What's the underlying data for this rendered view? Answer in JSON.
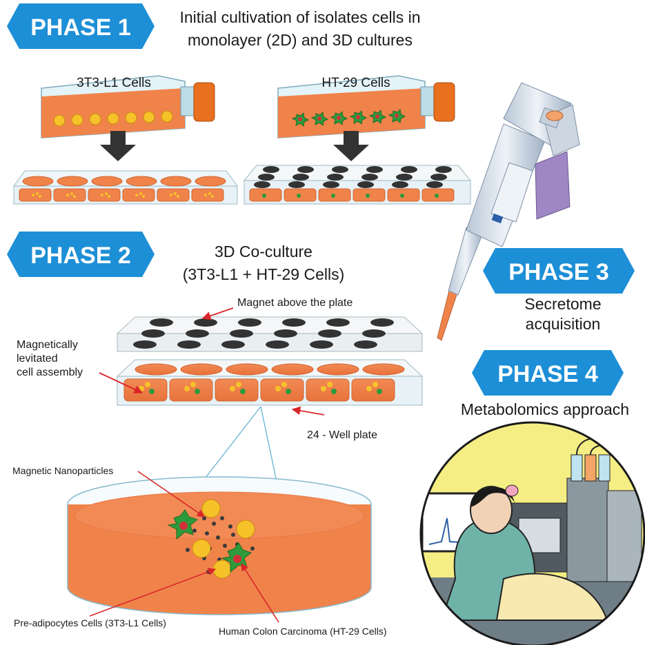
{
  "phases": [
    {
      "label": "PHASE 1",
      "lines": [
        "Initial cultivation of isolates cells in",
        "monolayer (2D) and 3D cultures"
      ]
    },
    {
      "label": "PHASE 2",
      "lines": [
        "3D Co-culture",
        "(3T3-L1 + HT-29 Cells)"
      ]
    },
    {
      "label": "PHASE 3",
      "lines": [
        "Secretome",
        "acquisition"
      ]
    },
    {
      "label": "PHASE 4",
      "lines": [
        "Metabolomics approach"
      ]
    }
  ],
  "flasks": [
    {
      "label": "3T3-L1 Cells"
    },
    {
      "label": "HT-29 Cells"
    }
  ],
  "annotations": {
    "magnet": "Magnet above the plate",
    "levitated": [
      "Magnetically",
      "levitated",
      "cell assembly"
    ],
    "well_plate": "24 - Well plate",
    "nanoparticles": "Magnetic Nanoparticles",
    "preadipocytes": "Pre-adipocytes Cells (3T3-L1 Cells)",
    "carcinoma": "Human Colon Carcinoma (HT-29 Cells)"
  },
  "colors": {
    "phase_badge": "#1d8fd6",
    "culture_orange": "#f0834a",
    "flask_glass": "#dff1f7",
    "cap_orange": "#e9701f",
    "magnet": "#333333",
    "arrow": "#d9262a",
    "adipocyte": "#f6c22a",
    "carcinoma": "#2e9a3b",
    "lab_background": "#f5ee84"
  }
}
